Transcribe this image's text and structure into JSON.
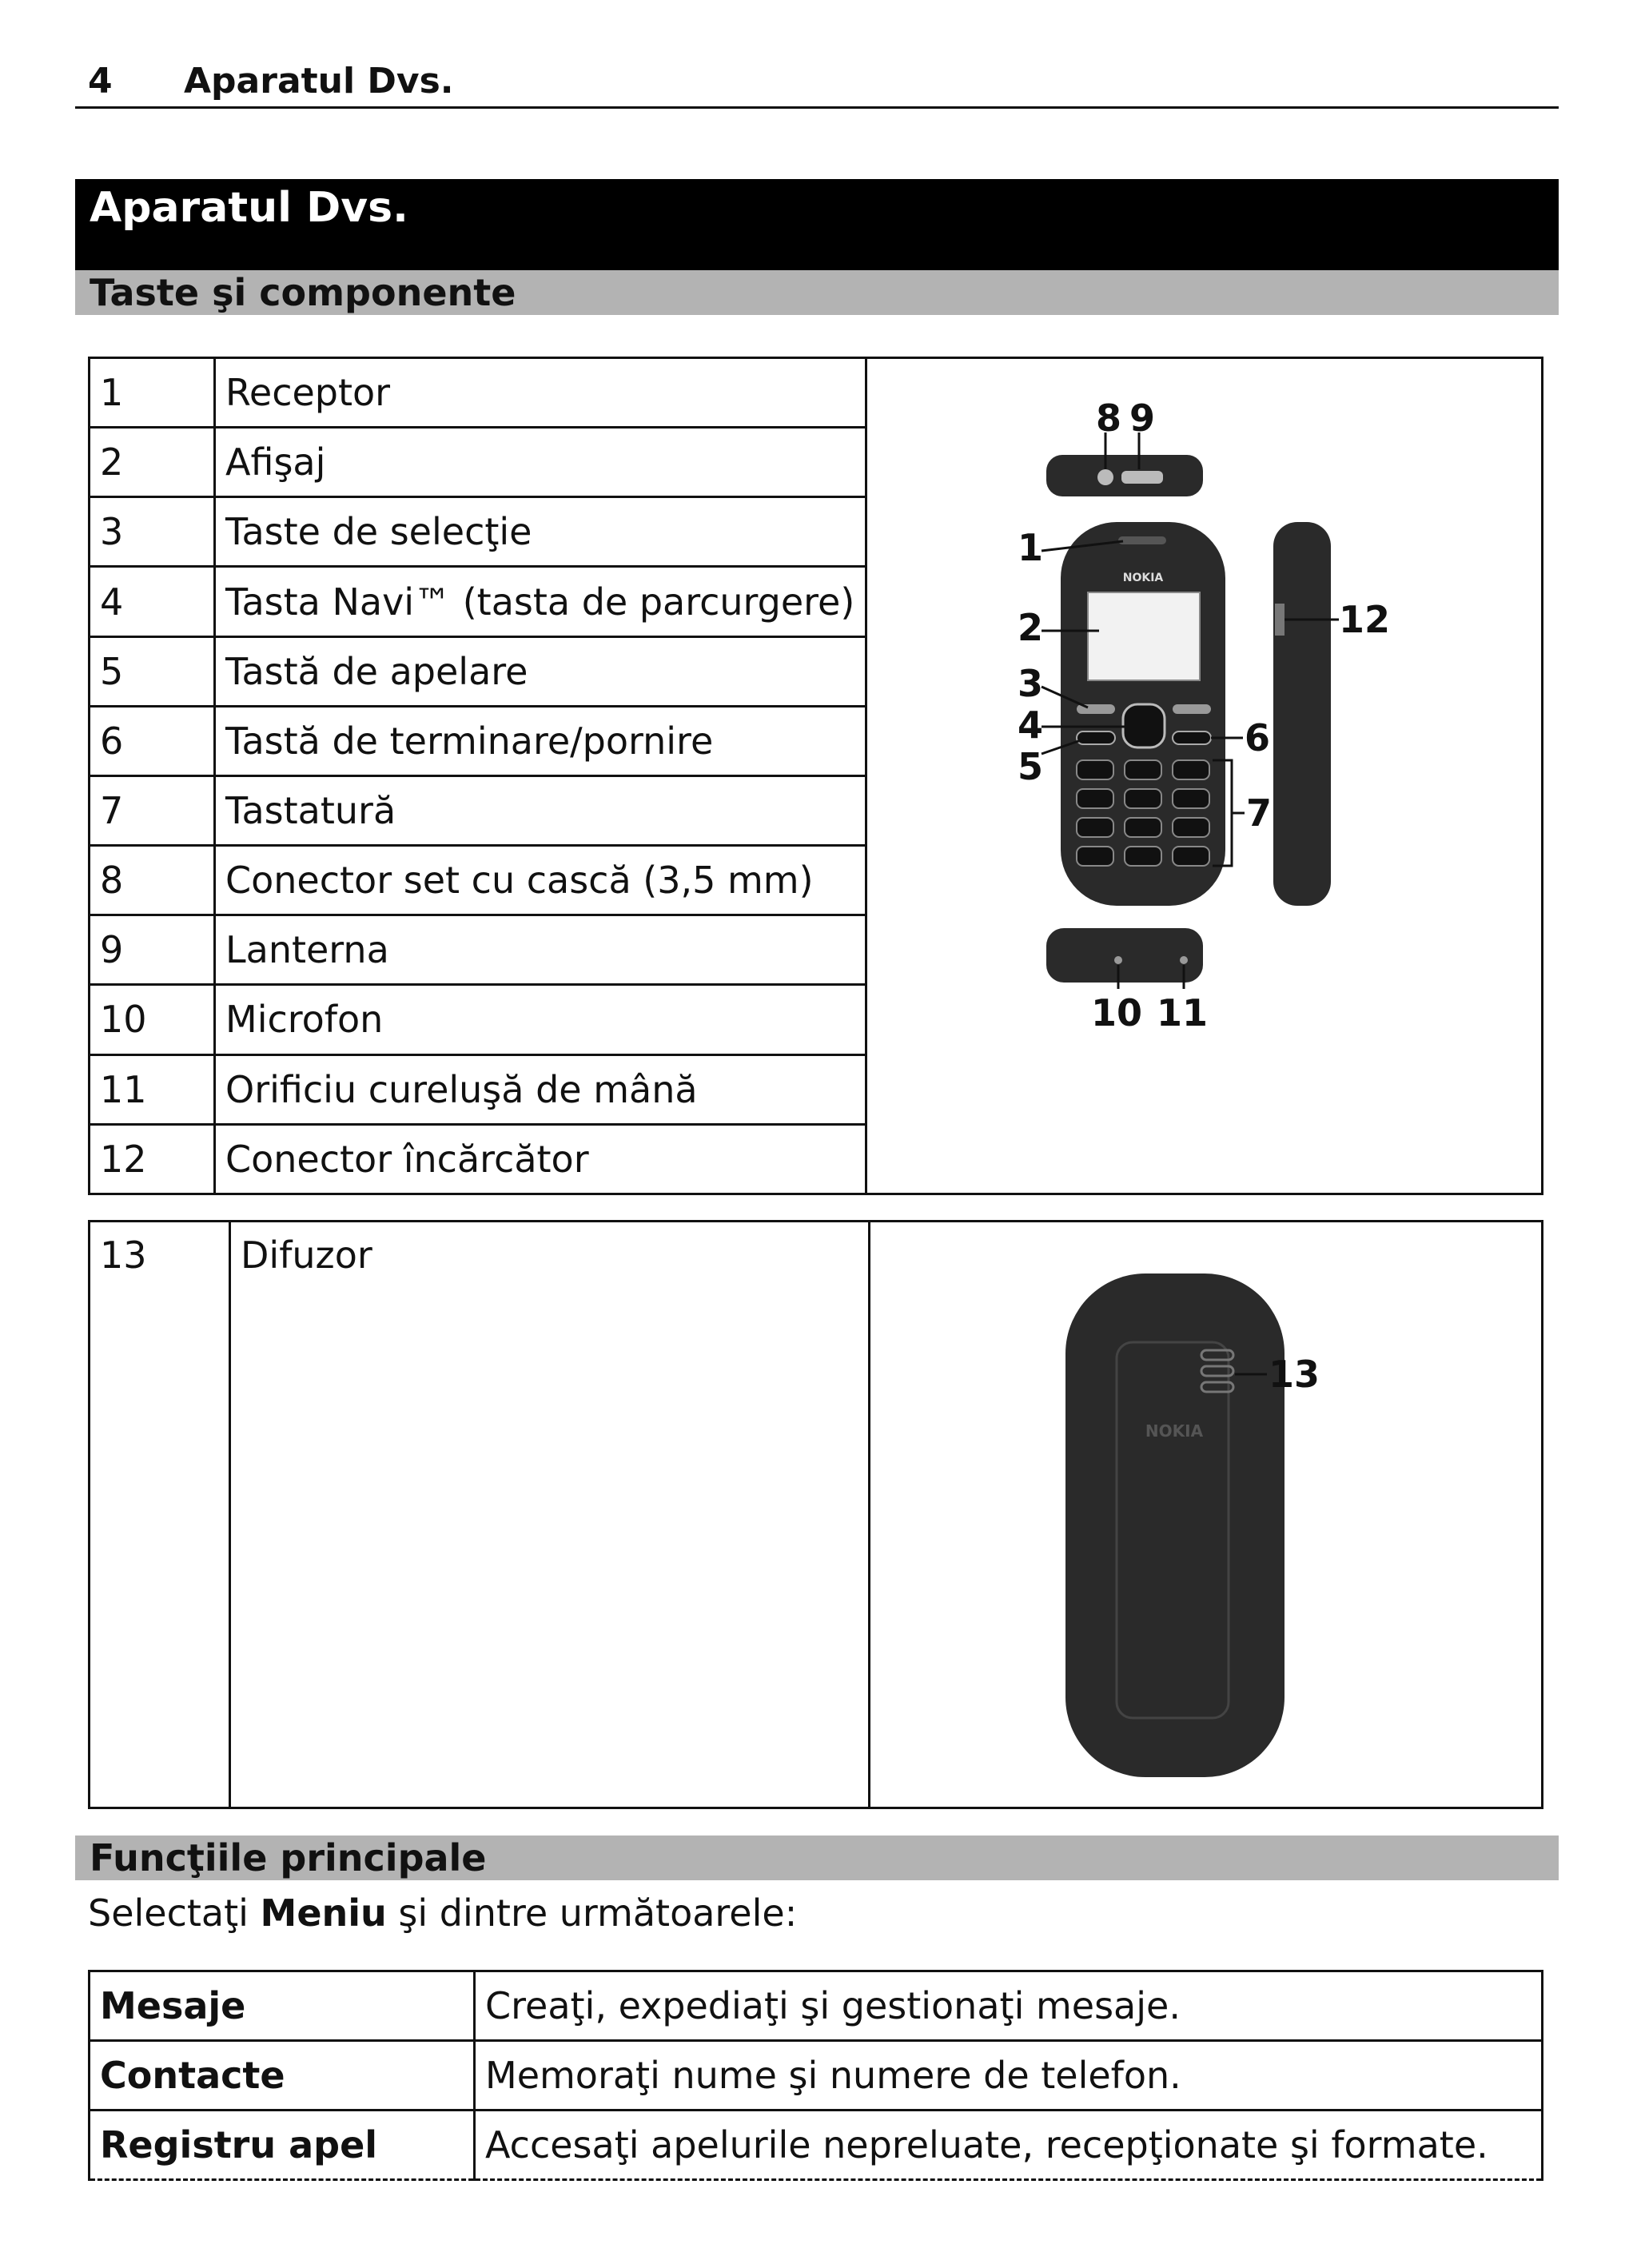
{
  "header": {
    "page_number": "4",
    "title": "Aparatul Dvs."
  },
  "chapter_title": "Aparatul Dvs.",
  "section_keys": "Taste şi componente",
  "parts": [
    {
      "num": "1",
      "label": "Receptor"
    },
    {
      "num": "2",
      "label": "Afişaj"
    },
    {
      "num": "3",
      "label": "Taste de selecţie"
    },
    {
      "num": "4",
      "label": "Tasta Navi™ (tasta de parcurgere)"
    },
    {
      "num": "5",
      "label": "Tastă de apelare"
    },
    {
      "num": "6",
      "label": "Tastă de terminare/pornire"
    },
    {
      "num": "7",
      "label": "Tastatură"
    },
    {
      "num": "8",
      "label": "Conector set cu cască (3,5 mm)"
    },
    {
      "num": "9",
      "label": "Lanterna"
    },
    {
      "num": "10",
      "label": "Microfon"
    },
    {
      "num": "11",
      "label": "Orificiu cureluşă de mână"
    },
    {
      "num": "12",
      "label": "Conector încărcător"
    }
  ],
  "speaker": {
    "num": "13",
    "label": "Difuzor"
  },
  "phone_brand": "NOKIA",
  "callouts": [
    "1",
    "2",
    "3",
    "4",
    "5",
    "6",
    "7",
    "8",
    "9",
    "10",
    "11",
    "12",
    "13"
  ],
  "section_functions": "Funcţiile principale",
  "intro": {
    "before": "Selectaţi ",
    "bold": "Meniu",
    "after": " şi dintre următoarele:"
  },
  "menu": [
    {
      "name": "Mesaje",
      "desc": "Creaţi, expediaţi şi gestionaţi mesaje."
    },
    {
      "name": "Contacte",
      "desc": "Memoraţi nume şi numere de telefon."
    },
    {
      "name": "Registru apel",
      "desc": "Accesaţi apelurile nepreluate, recepţionate şi formate."
    }
  ]
}
